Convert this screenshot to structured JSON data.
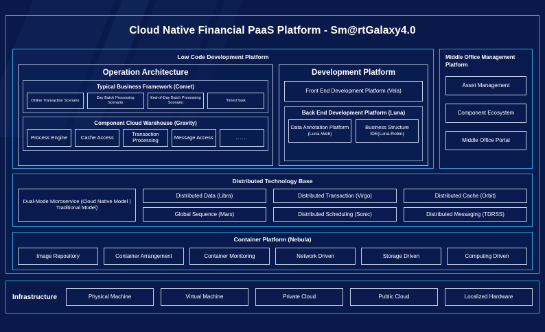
{
  "page": {
    "title": "Cloud Native Financial PaaS Platform - Sm@rtGalaxy4.0",
    "accent_border": "#2aa8e8",
    "box_border": "#c3cde3",
    "background": "#09194a"
  },
  "low_code": {
    "title": "Low Code Development Platform",
    "operation_architecture": {
      "title": "Operation Architecture",
      "comet": {
        "title": "Typical Business Framework (Comet)",
        "items": [
          "Online Transaction Scenario",
          "Day Batch Processing Scenario",
          "End-of-Day Batch Processing Scenario",
          "Timed Task"
        ]
      },
      "gravity": {
        "title": "Component Cloud Warehouse (Gravity)",
        "items": [
          "Process Engine",
          "Cache Access",
          "Transaction Processing",
          "Message Access",
          "......"
        ]
      }
    },
    "development_platform": {
      "title": "Development Platform",
      "front_end": "Front End Development Platform (Vela)",
      "back_end": {
        "title": "Back End Development Platform (Luna)",
        "items": [
          {
            "main": "Data Annotation Platform",
            "sub": "(Luna-Web)"
          },
          {
            "main": "Business Structure",
            "sub": "IDE(Luna-Robin)"
          }
        ]
      }
    }
  },
  "middle_office": {
    "title": "Middle Office Management Platform",
    "items": [
      "Asset Management",
      "Component Ecosystem",
      "Middle Office Portal"
    ]
  },
  "distributed_technology_base": {
    "title": "Distributed Technology Base",
    "wide_item": "Dual-Mode Microservice (Cloud Native Model | Traditional Model)",
    "columns": [
      [
        "Distributed Data (Libra)",
        "Global Sequence (Mars)"
      ],
      [
        "Distributed Transaction (Virgo)",
        "Distributed Scheduling (Sonic)"
      ],
      [
        "Distributed Cache (Orbit)",
        "Distributed Messaging (TDRSS)"
      ]
    ]
  },
  "container_platform": {
    "title": "Container Platform (Nebula)",
    "items": [
      "Image Repository",
      "Container Arrangement",
      "Container Monitoring",
      "Network Driven",
      "Storage Driven",
      "Computing Driven"
    ]
  },
  "infrastructure": {
    "label": "Infrastructure",
    "items": [
      "Physical Machine",
      "Virtual Machine",
      "Private Cloud",
      "Public Cloud",
      "Localized Hardware"
    ]
  }
}
